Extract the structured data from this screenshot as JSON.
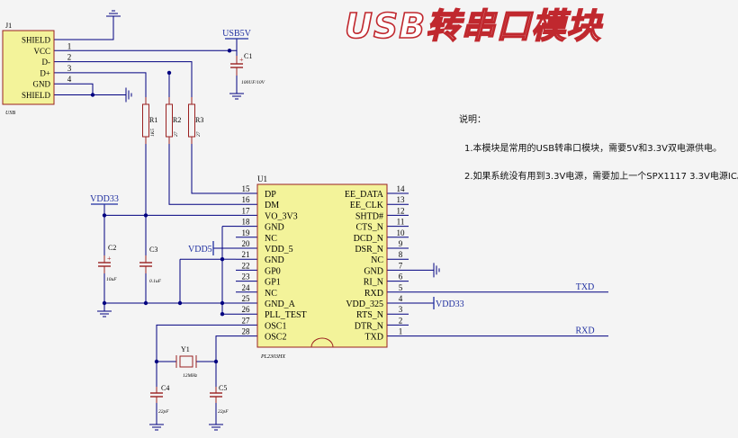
{
  "title": "USB转串口模块",
  "notes": {
    "heading": "说明：",
    "lines": [
      "1.本模块是常用的USB转串口模块，需要5V和3.3V双电源供电。",
      "2.如果系统没有用到3.3V电源，需要加上一个SPX1117 3.3V电源IC。"
    ]
  },
  "colors": {
    "wire": "#000080",
    "component": "#9a2020",
    "body_fill": "#f3f39a",
    "title_stroke": "#c0282e",
    "power_net": "#1f2fa0"
  },
  "connector": {
    "ref": "J1",
    "part": "USB",
    "pins": [
      {
        "name": "SHIELD",
        "num": ""
      },
      {
        "name": "VCC",
        "num": "1"
      },
      {
        "name": "D-",
        "num": "2"
      },
      {
        "name": "D+",
        "num": "3"
      },
      {
        "name": "GND",
        "num": "4"
      },
      {
        "name": "SHIELD",
        "num": ""
      }
    ]
  },
  "chip": {
    "ref": "U1",
    "part": "PL2303HX",
    "left_pins": [
      {
        "num": "15",
        "name": "DP"
      },
      {
        "num": "16",
        "name": "DM"
      },
      {
        "num": "17",
        "name": "VO_3V3"
      },
      {
        "num": "18",
        "name": "GND"
      },
      {
        "num": "19",
        "name": "NC"
      },
      {
        "num": "20",
        "name": "VDD_5"
      },
      {
        "num": "21",
        "name": "GND"
      },
      {
        "num": "22",
        "name": "GP0"
      },
      {
        "num": "23",
        "name": "GP1"
      },
      {
        "num": "24",
        "name": "NC"
      },
      {
        "num": "25",
        "name": "GND_A"
      },
      {
        "num": "26",
        "name": "PLL_TEST"
      },
      {
        "num": "27",
        "name": "OSC1"
      },
      {
        "num": "28",
        "name": "OSC2"
      }
    ],
    "right_pins": [
      {
        "num": "14",
        "name": "EE_DATA"
      },
      {
        "num": "13",
        "name": "EE_CLK"
      },
      {
        "num": "12",
        "name": "SHTD#"
      },
      {
        "num": "11",
        "name": "CTS_N"
      },
      {
        "num": "10",
        "name": "DCD_N"
      },
      {
        "num": "9",
        "name": "DSR_N"
      },
      {
        "num": "8",
        "name": "NC"
      },
      {
        "num": "7",
        "name": "GND"
      },
      {
        "num": "6",
        "name": "RI_N"
      },
      {
        "num": "5",
        "name": "RXD"
      },
      {
        "num": "4",
        "name": "VDD_325"
      },
      {
        "num": "3",
        "name": "RTS_N"
      },
      {
        "num": "2",
        "name": "DTR_N"
      },
      {
        "num": "1",
        "name": "TXD"
      }
    ]
  },
  "nets": {
    "usb5v": "USB5V",
    "vdd33": "VDD33",
    "vdd5": "VDD5",
    "vdd33_b": "VDD33",
    "txd": "TXD",
    "rxd": "RXD"
  },
  "components": {
    "c1": {
      "ref": "C1",
      "value": "100UF/10V"
    },
    "r1": {
      "ref": "R1",
      "value": "1K5"
    },
    "r2": {
      "ref": "R2",
      "value": "27"
    },
    "r3": {
      "ref": "R3",
      "value": "27"
    },
    "c2": {
      "ref": "C2",
      "value": "10uF"
    },
    "c3": {
      "ref": "C3",
      "value": "0.1uF"
    },
    "y1": {
      "ref": "Y1",
      "value": "12MHz"
    },
    "c4": {
      "ref": "C4",
      "value": "22pF"
    },
    "c5": {
      "ref": "C5",
      "value": "22pF"
    }
  }
}
